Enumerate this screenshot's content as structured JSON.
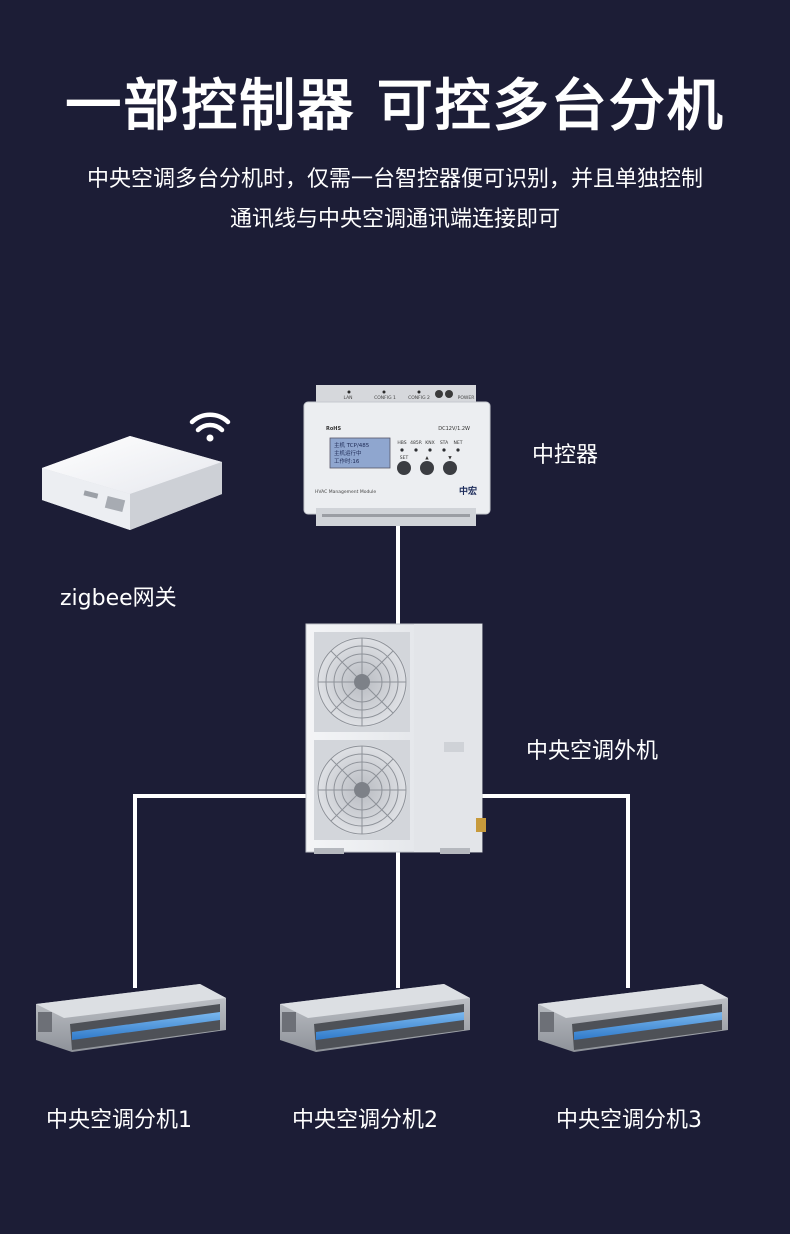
{
  "header": {
    "title": "一部控制器 可控多台分机",
    "subtitle_line1": "中央空调多台分机时，仅需一台智控器便可识别，并且单独控制",
    "subtitle_line2": "通讯线与中央空调通讯端连接即可"
  },
  "labels": {
    "controller": "中控器",
    "gateway": "zigbee网关",
    "outdoor_unit": "中央空调外机",
    "indoor_unit_1": "中央空调分机1",
    "indoor_unit_2": "中央空调分机2",
    "indoor_unit_3": "中央空调分机3"
  },
  "controller_panel": {
    "ports": [
      "LAN",
      "CONFIG 1",
      "CONFIG 2",
      "POWER"
    ],
    "rating": "DC12V/1.2W",
    "cert": "RoHS",
    "buttons": [
      "HBS",
      "485R",
      "KNX",
      "STA",
      "NET"
    ],
    "key_labels": [
      "SET",
      "▲",
      "▼"
    ],
    "model": "HVAC Management Module",
    "brand": "中宏",
    "lcd_lines": [
      "主机 TCP/485",
      "主机运行中",
      "工作时:16"
    ]
  },
  "colors": {
    "background": "#1c1d36",
    "line": "#ffffff",
    "text": "#ffffff"
  }
}
